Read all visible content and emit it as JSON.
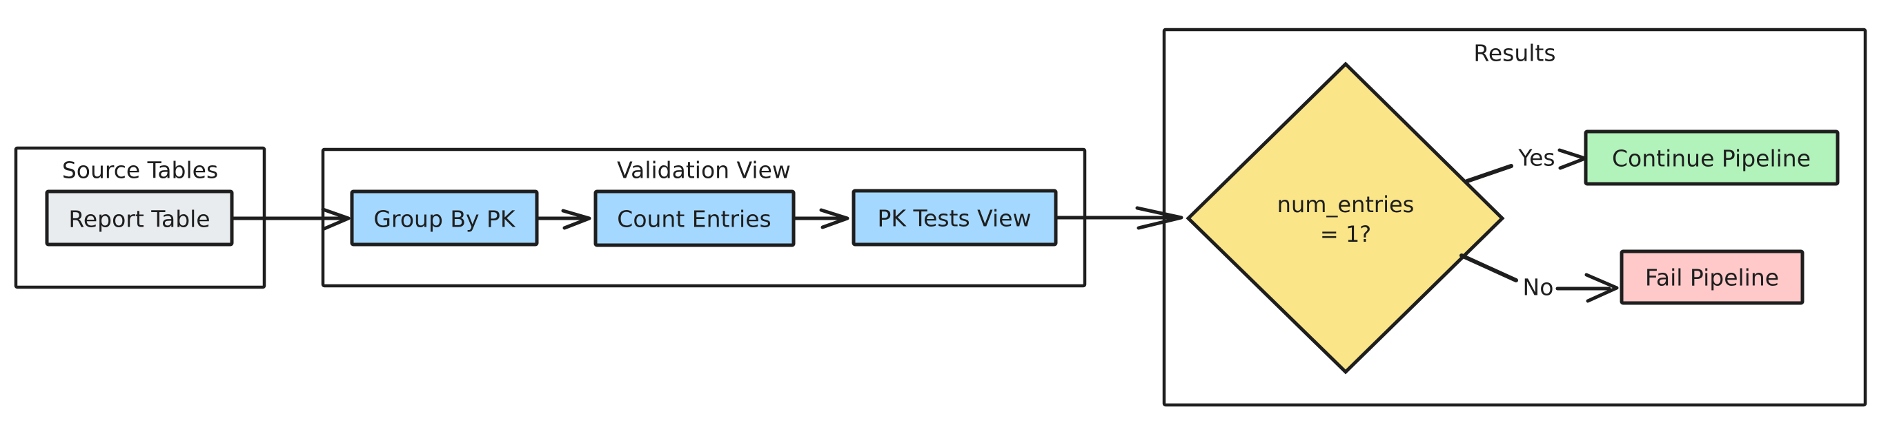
{
  "diagram": {
    "groups": {
      "source": {
        "title": "Source Tables"
      },
      "validation": {
        "title": "Validation View"
      },
      "results": {
        "title": "Results"
      }
    },
    "nodes": {
      "report_table": {
        "label": "Report Table"
      },
      "group_by_pk": {
        "label": "Group By PK"
      },
      "count_entries": {
        "label": "Count Entries"
      },
      "pk_tests_view": {
        "label": "PK Tests View"
      },
      "decision": {
        "label_line1": "num_entries",
        "label_line2": "= 1?"
      },
      "continue_pipeline": {
        "label": "Continue Pipeline"
      },
      "fail_pipeline": {
        "label": "Fail Pipeline"
      }
    },
    "edges": {
      "yes_label": "Yes",
      "no_label": "No"
    },
    "colors": {
      "stroke": "#1e1e1e",
      "container_fill": "#ffffff",
      "node_gray": "#e9ecef",
      "node_blue": "#a5d8ff",
      "node_yellow": "#fae588",
      "node_green": "#b2f2bb",
      "node_red": "#ffc9c9",
      "background": "#ffffff"
    }
  }
}
